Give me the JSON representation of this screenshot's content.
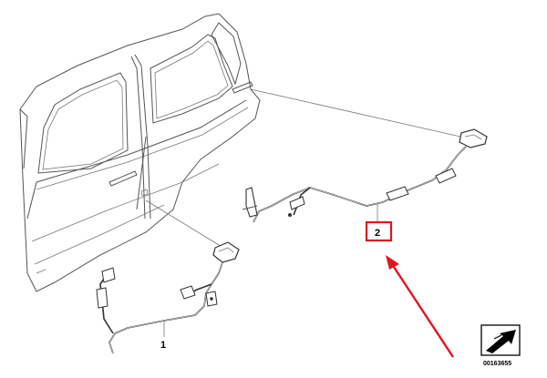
{
  "parts": [
    {
      "number": "1"
    },
    {
      "number": "2"
    }
  ],
  "document_id": "00163655",
  "highlight": {
    "border_color": "#e0141e",
    "arrow_color": "#e0141e"
  },
  "icons": {
    "catalog": "arrow-box-icon"
  }
}
